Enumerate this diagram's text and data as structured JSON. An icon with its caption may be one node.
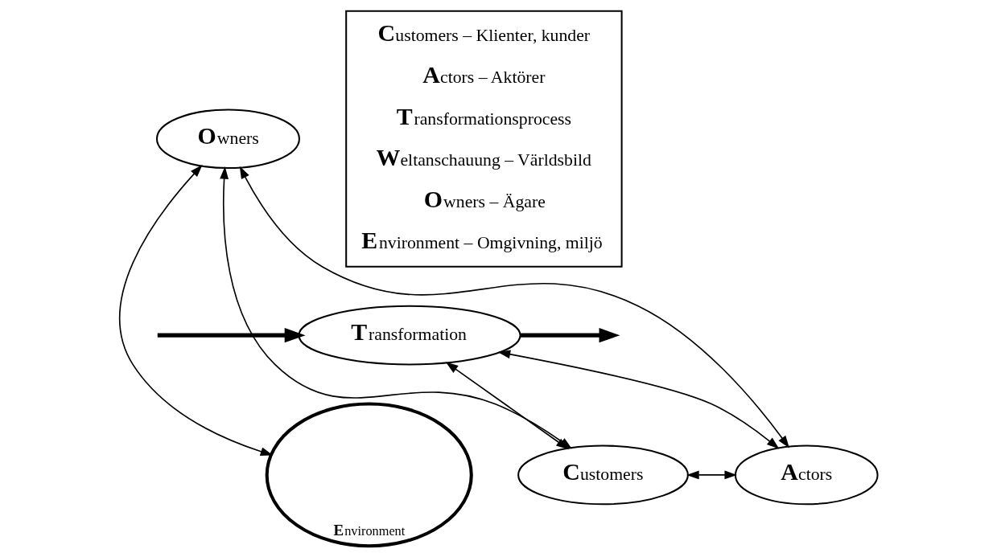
{
  "diagram": {
    "nodes": [
      {
        "text": [
          "**C**ustomers – Klienter, kunder",
          "**A**ctors – Aktörer",
          "**T**ransformationsprocess",
          "**W**eltanschauung – Världsbild",
          "**O**wners – Ägare",
          "**E**nvironment – Omgivning, miljö"
        ]
      },
      {
        "text": [
          "**O**wners"
        ]
      },
      {
        "text": [
          "**T**ransformation"
        ]
      },
      {
        "text": [
          "**E**nvironment"
        ]
      },
      {
        "text": [
          "**C**ustomers"
        ]
      },
      {
        "text": [
          "**A**ctors"
        ]
      }
    ],
    "edges": [
      {
        "from": 1,
        "to": 3,
        "arrow": "both"
      },
      {
        "from": 1,
        "to": 4,
        "arrow": "both"
      },
      {
        "from": 1,
        "to": 5,
        "arrow": "both"
      },
      {
        "from": null,
        "to": 2,
        "arrow": "to",
        "style": "thick"
      },
      {
        "from": 2,
        "to": null,
        "arrow": "to",
        "style": "thick"
      },
      {
        "from": 2,
        "to": 4,
        "arrow": "both"
      },
      {
        "from": 2,
        "to": 5,
        "arrow": "both"
      },
      {
        "from": 4,
        "to": 5,
        "arrow": "both"
      }
    ]
  }
}
